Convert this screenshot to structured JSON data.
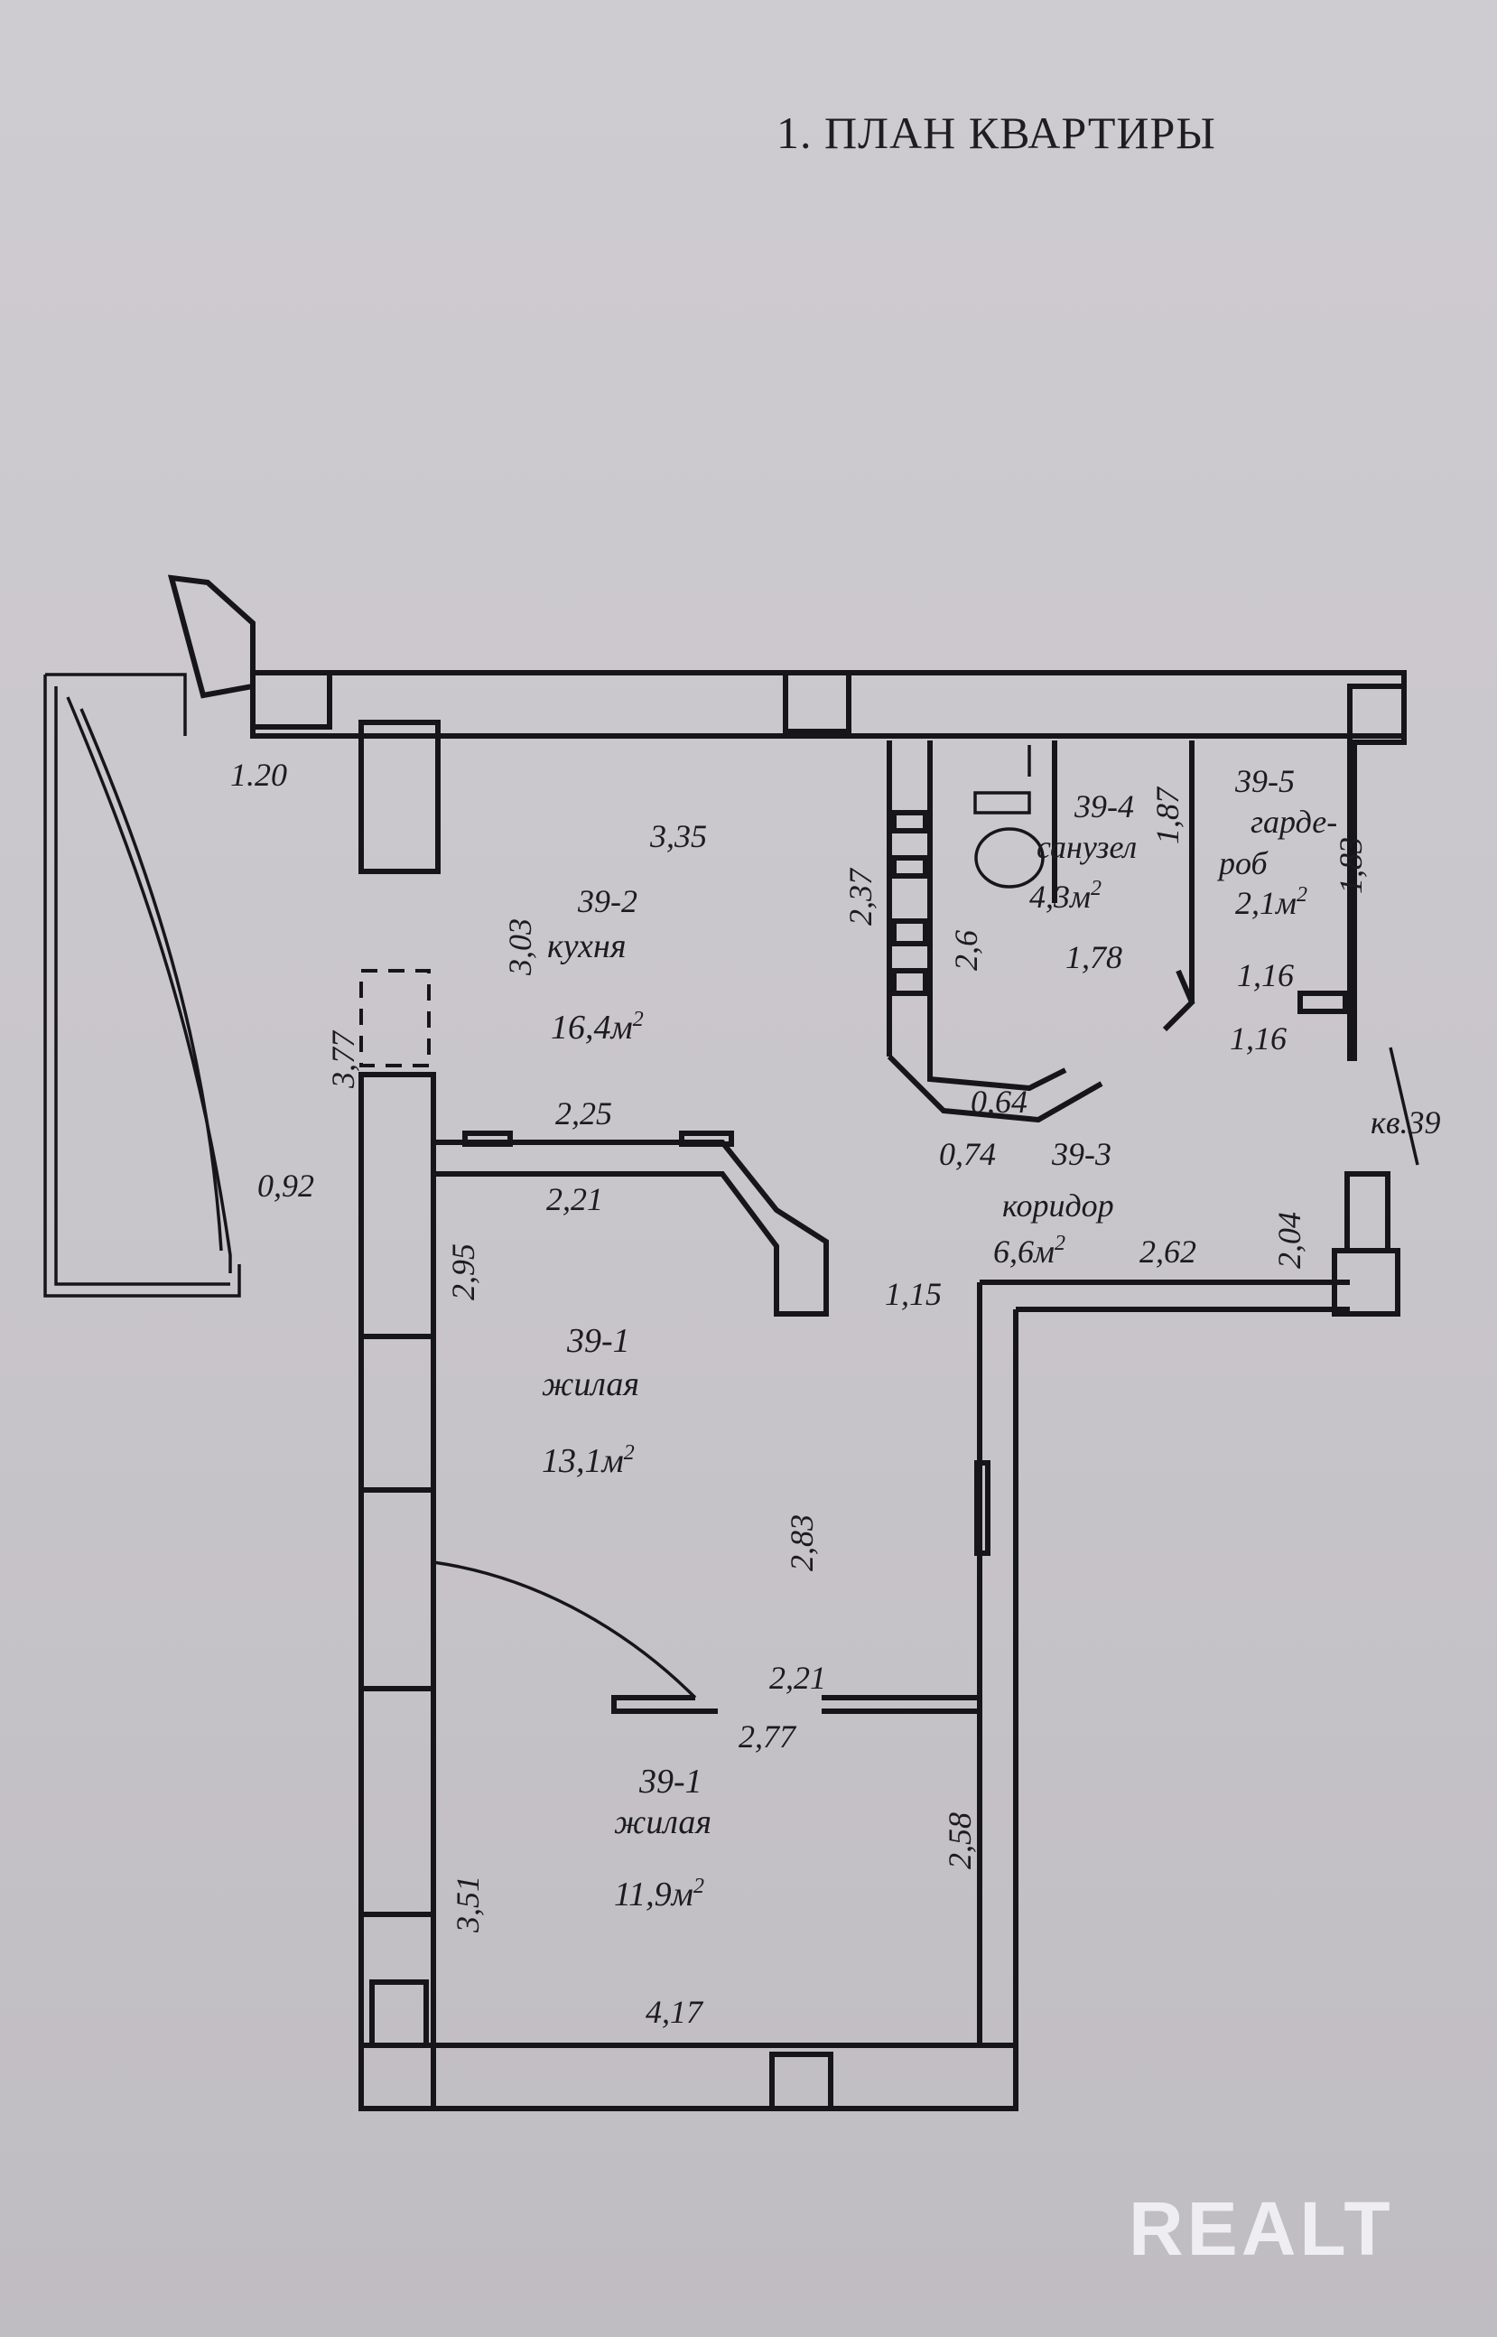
{
  "title": "1. ПЛАН КВАРТИРЫ",
  "watermark": "REALT",
  "rooms": {
    "kitchen": {
      "code": "39-2",
      "name": "кухня",
      "area": "16,4м",
      "unit_sup": "2"
    },
    "bath": {
      "code": "39-4",
      "name": "санузел",
      "area": "4,3м",
      "unit_sup": "2"
    },
    "wardrobe": {
      "code": "39-5",
      "name_1": "гарде-",
      "name_2": "роб",
      "area": "2,1м",
      "unit_sup": "2"
    },
    "corridor": {
      "code": "39-3",
      "name": "коридор",
      "area": "6,6м",
      "unit_sup": "2"
    },
    "living_1": {
      "code": "39-1",
      "name": "жилая",
      "area": "13,1м",
      "unit_sup": "2"
    },
    "living_2": {
      "code": "39-1",
      "name": "жилая",
      "area": "11,9м",
      "unit_sup": "2"
    }
  },
  "apartment_label": "кв.39",
  "dimensions": {
    "balcony_top": "1.20",
    "balcony_left": "0,92",
    "kitchen_top": "3,35",
    "kitchen_side": "3,03",
    "kitchen_left": "3,77",
    "kitchen_bottom": "2,25",
    "living1_top": "2,21",
    "living1_left": "2,95",
    "living1_right": "2,83",
    "living1_door_gap": "1,15",
    "living2_top_a": "2,21",
    "living2_top_b": "2,77",
    "living2_left": "3,51",
    "living2_right": "2,58",
    "living2_bottom": "4,17",
    "bath_left": "2,37",
    "bath_inner": "2,6",
    "bath_width": "1,78",
    "bath_right": "1,87",
    "wardrobe_right": "1,83",
    "wardrobe_w1": "1,16",
    "wardrobe_w2": "1,16",
    "corridor_a": "0,64",
    "corridor_b": "0,74",
    "corridor_c": "2,62",
    "corridor_d": "2,04"
  }
}
